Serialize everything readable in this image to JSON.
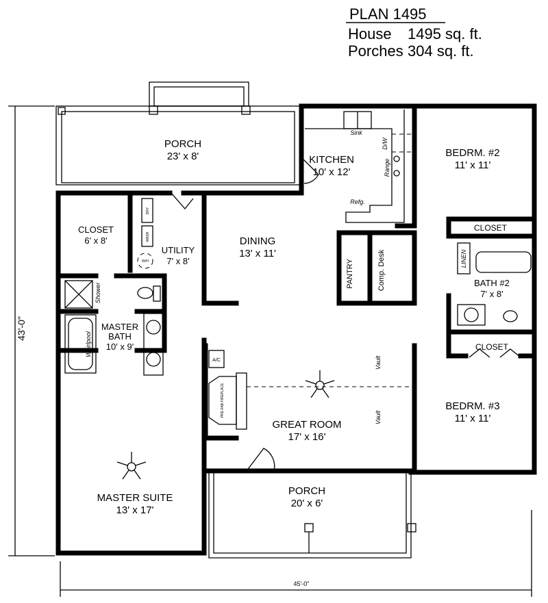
{
  "header": {
    "plan": "PLAN 1495",
    "house_label": "House",
    "house_area": "1495 sq. ft.",
    "porches_label": "Porches",
    "porches_area": "304 sq. ft."
  },
  "dimensions": {
    "depth": "43'-0\"",
    "width": "45'-0\""
  },
  "rooms": {
    "porch_rear": {
      "name": "PORCH",
      "size": "23' x 8'"
    },
    "kitchen": {
      "name": "KITCHEN",
      "size": "10' x 12'"
    },
    "bedroom2": {
      "name": "BEDRM. #2",
      "size": "11' x 11'"
    },
    "closet_master": {
      "name": "CLOSET",
      "size": "6' x 8'"
    },
    "utility": {
      "name": "UTILITY",
      "size": "7' x 8'"
    },
    "dining": {
      "name": "DINING",
      "size": "13' x 11'"
    },
    "closet_bed2": {
      "name": "CLOSET"
    },
    "bath2": {
      "name": "BATH #2",
      "size": "7' x 8'"
    },
    "master_bath": {
      "name": "MASTER BATH",
      "size": "10' x 9'"
    },
    "closet_bed3": {
      "name": "CLOSET"
    },
    "great_room": {
      "name": "GREAT ROOM",
      "size": "17' x 16'"
    },
    "bedroom3": {
      "name": "BEDRM. #3",
      "size": "11' x 11'"
    },
    "master_suite": {
      "name": "MASTER SUITE",
      "size": "13' x 17'"
    },
    "porch_front": {
      "name": "PORCH",
      "size": "20' x 6'"
    }
  },
  "fixtures": {
    "sink": "Sink",
    "dw": "D/W",
    "range": "Range",
    "refg": "Refg.",
    "pantry": "PANTRY",
    "comp_desk": "Comp. Desk",
    "linen": "LINEN",
    "dry": "DRY",
    "wash": "WASH",
    "wh": "W/H",
    "shower": "Shower",
    "whirlpool": "Whirlpool",
    "ac": "A/C",
    "fireplace": "PRE-FAB FIREPLACE",
    "vault": "Vault"
  }
}
